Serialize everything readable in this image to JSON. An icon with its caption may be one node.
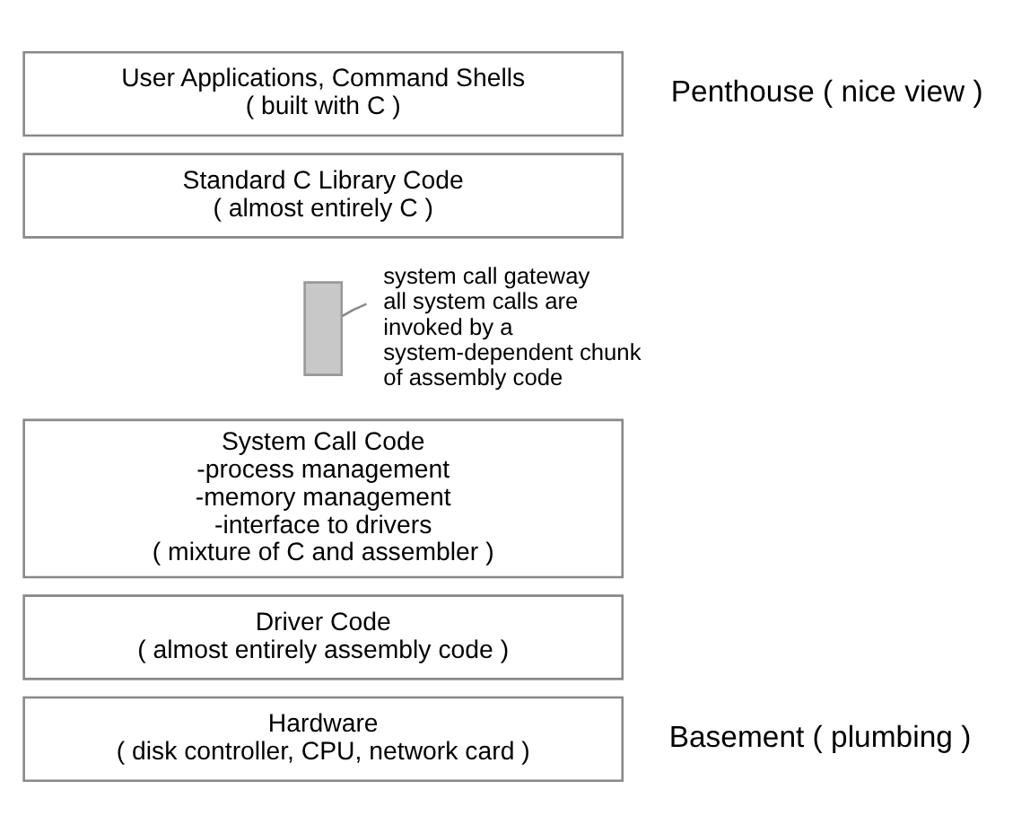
{
  "diagram": {
    "nodes": [
      {
        "text": [
          "User Applications, Command Shells",
          "( built with C )"
        ],
        "beside": [
          "Penthouse ( nice view )"
        ]
      },
      {
        "text": [
          "Standard C Library Code",
          "( almost entirely C )"
        ]
      },
      {
        "text": [],
        "shape": "bar"
      },
      {
        "text": [
          "System Call Code",
          "-process management",
          "-memory management",
          "-interface to drivers",
          "( mixture of C and assembler )"
        ]
      },
      {
        "text": [
          "Driver Code",
          "( almost entirely assembly code )"
        ]
      },
      {
        "text": [
          "Hardware",
          "( disk controller, CPU, network card )"
        ],
        "beside": [
          "Basement ( plumbing )"
        ]
      },
      {
        "text": [
          "system call gateway",
          "all system calls are invoked by a system-dependent chunk of assembly code"
        ]
      }
    ],
    "edges": [
      {
        "from": 6,
        "to": 2,
        "arrow": "none"
      }
    ]
  }
}
